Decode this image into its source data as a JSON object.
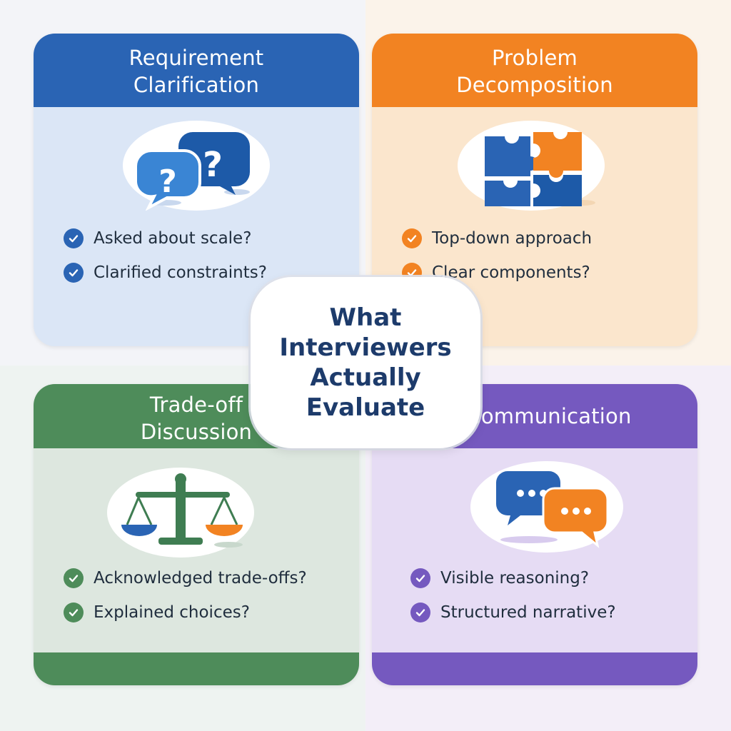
{
  "center": {
    "title": "What\nInterviewers\nActually\nEvaluate"
  },
  "cards": [
    {
      "title": "Requirement\nClarification",
      "accent": "#2a64b4",
      "icon": "question-bubbles-icon",
      "items": [
        "Asked about scale?",
        "Clarified constraints?"
      ]
    },
    {
      "title": "Problem\nDecomposition",
      "accent": "#f28322",
      "icon": "puzzle-pieces-icon",
      "items": [
        "Top-down approach",
        "Clear components?"
      ]
    },
    {
      "title": "Trade-off\nDiscussion",
      "accent": "#4e8c5a",
      "icon": "balance-scale-icon",
      "items": [
        "Acknowledged trade-offs?",
        "Explained choices?"
      ]
    },
    {
      "title": "Communication",
      "accent": "#7559bf",
      "icon": "chat-bubbles-icon",
      "items": [
        "Visible reasoning?",
        "Structured narrative?"
      ]
    }
  ]
}
